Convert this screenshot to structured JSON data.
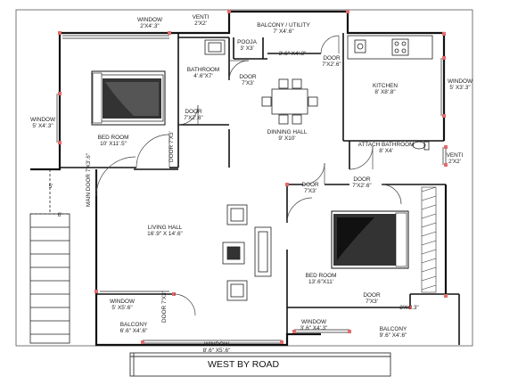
{
  "rooms": {
    "bedroom1": {
      "name": "BED ROOM",
      "size": "10' X11'.5\""
    },
    "bathroom": {
      "name": "BATHROOM",
      "size": "4'.6\"X7'"
    },
    "pooja": {
      "name": "POOJA",
      "size": "3' X3'"
    },
    "balcony_utility": {
      "name": "BALCONY / UTILITY",
      "size": "7' X4'.6\""
    },
    "kitchen": {
      "name": "KITCHEN",
      "size": "8' X8'.8\""
    },
    "dining": {
      "name": "DINNING HALL",
      "size": "9' X10'"
    },
    "attach_bath": {
      "name": "ATTACH BATHROOM",
      "size": "8' X4'"
    },
    "living": {
      "name": "LIVING HALL",
      "size": "16'.9\" X 14'.6\""
    },
    "bedroom2": {
      "name": "BED ROOM",
      "size": "13'.6\"X11'"
    },
    "balcony_left": {
      "name": "BALCONY",
      "size": "6'.6\" X4'.6\""
    },
    "balcony_right": {
      "name": "BALCONY",
      "size": "9'.6\" X4'.6\""
    }
  },
  "openings": {
    "window_top": {
      "name": "WINDOW",
      "size": "2'X4'.3\""
    },
    "venti_top": {
      "name": "VENTI",
      "size": "2'X2'"
    },
    "window_left": {
      "name": "WINDOW",
      "size": "5' X4'.3\""
    },
    "door_bath": {
      "name": "DOOR",
      "size": "7'X2'.6\""
    },
    "door_bed1": {
      "name": "DOOR",
      "size": "7'X3'"
    },
    "door_pooja": {
      "name": "DOOR",
      "size": "7'X3'"
    },
    "pooja_gap": {
      "size": "3'.6\" X4'.3\""
    },
    "door_kitchen": {
      "name": "DOOR",
      "size": "7'X2'.6\""
    },
    "window_kitchen": {
      "name": "WINDOW",
      "size": "5' X3'.3\""
    },
    "venti_attach": {
      "name": "VENTI",
      "size": "2'X2'"
    },
    "door_attach": {
      "name": "DOOR",
      "size": "7'X2'.6\""
    },
    "door_bed2": {
      "name": "DOOR",
      "size": "7'X3'"
    },
    "main_door": {
      "name": "MAIN DOOR",
      "size": "7'X3'.6\""
    },
    "door_living_balcony": {
      "name": "DOOR",
      "size": "7'X3'"
    },
    "door_bed2_balcony": {
      "name": "DOOR",
      "size": "7'X3'"
    },
    "venti_bed2": {
      "size": "2'X4'.3\""
    },
    "window_living": {
      "name": "WINDOW",
      "size": "5' X5'.6\""
    },
    "window_bottom": {
      "name": "WINDOW",
      "size": "8'.6\" X5'.6\""
    },
    "window_bed2": {
      "name": "WINDOW",
      "size": "3'.6\" X4'.3\""
    }
  },
  "stair": {
    "mark_top": "5'",
    "mark_side": "6'"
  },
  "footer": {
    "road": "WEST BY ROAD"
  }
}
